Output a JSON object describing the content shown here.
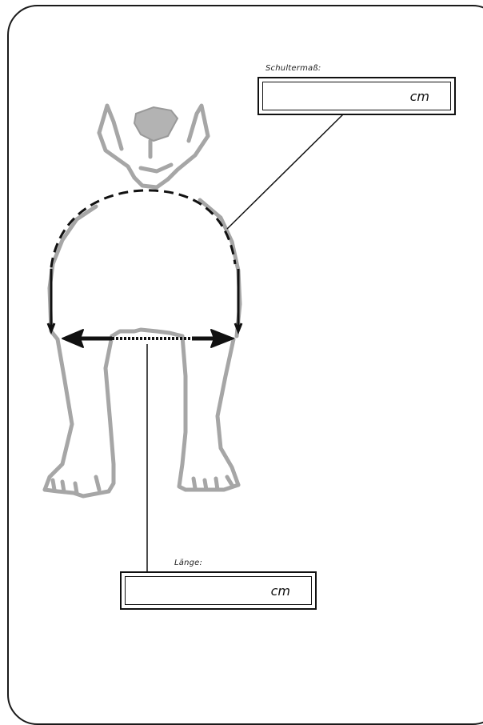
{
  "fields": {
    "shoulder": {
      "label": "Schultermaß:",
      "value": "",
      "unit": "cm"
    },
    "length": {
      "label": "Länge:",
      "value": "",
      "unit": "cm"
    }
  },
  "colors": {
    "outline": "#a6a6a6",
    "nose": "#b3b3b3",
    "ink": "#111111"
  }
}
